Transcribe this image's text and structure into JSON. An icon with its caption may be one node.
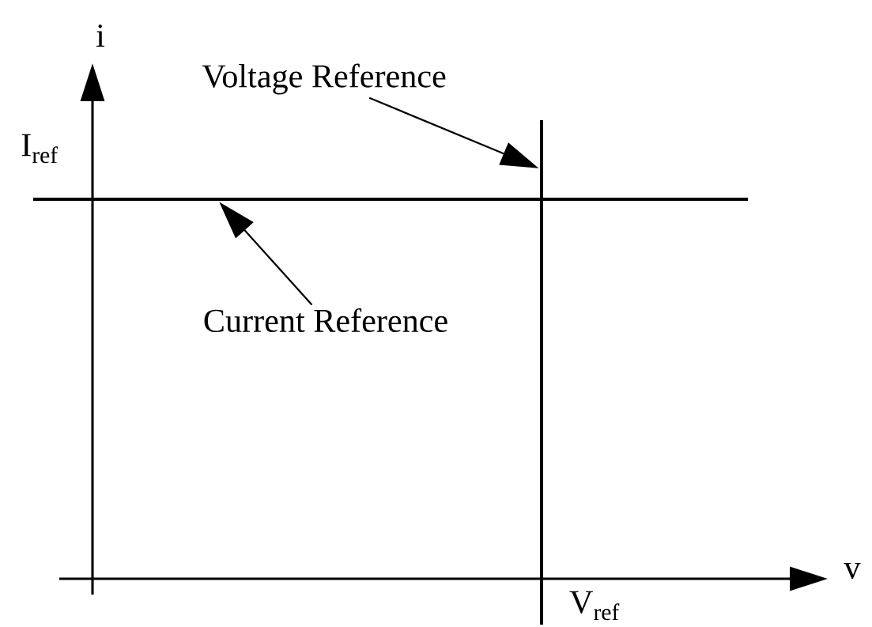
{
  "diagram": {
    "nodes": [
      {
        "text": [
          "Voltage Reference"
        ]
      },
      {
        "text": [
          "Current Reference"
        ]
      },
      {
        "text": [],
        "shape": "line"
      },
      {
        "text": [],
        "shape": "line"
      }
    ],
    "edges": [
      {
        "from": 0,
        "to": 2,
        "arrow": "to"
      },
      {
        "from": 1,
        "to": 3,
        "arrow": "to"
      }
    ],
    "labels": [
      "i",
      "I$_{ref}$",
      "v",
      "V$_{ref}$"
    ]
  }
}
